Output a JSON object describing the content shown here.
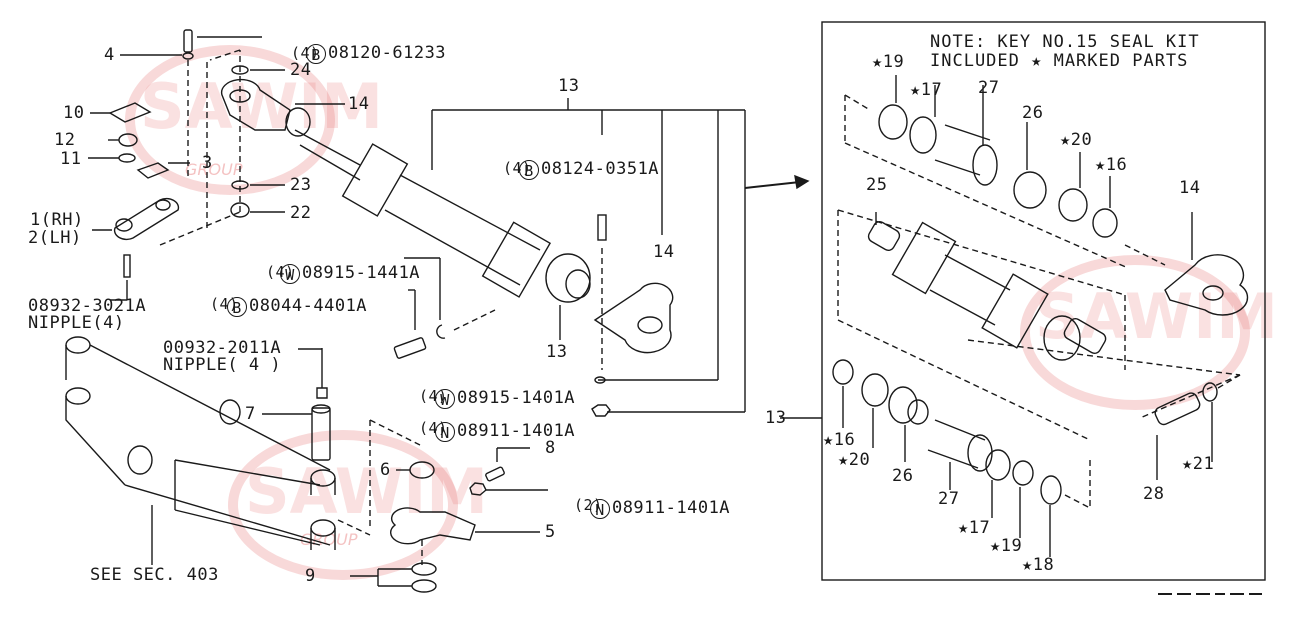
{
  "diagram": {
    "title": "Front axle / power steering cylinder parts diagram",
    "watermark": {
      "brand": "SAWIM",
      "sub": "GROUP",
      "color": "#e67878"
    },
    "inset_note": {
      "line1": "NOTE: KEY NO.15 SEAL KIT",
      "line2": "INCLUDED ★ MARKED PARTS"
    },
    "callouts_left": {
      "c4": "4",
      "c10": "10",
      "c12": "12",
      "c11": "11",
      "c3": "3",
      "c24": "24",
      "c14a": "14",
      "c23": "23",
      "c22": "22",
      "c1": "1(RH)",
      "c2": "2(LH)",
      "nipple1_code": "08932-3021A",
      "nipple1_name": "NIPPLE(4)",
      "nipple2_code": "00932-2011A",
      "nipple2_name": "NIPPLE( 4 )",
      "c7": "7",
      "c6": "6",
      "c9": "9",
      "c5": "5",
      "c8": "8",
      "see_sec": "SEE SEC. 403"
    },
    "hardware": [
      {
        "mark": "B",
        "code": "08120-61233",
        "qty": "(4)"
      },
      {
        "mark": "W",
        "code": "08915-1441A",
        "qty": "(4)"
      },
      {
        "mark": "B",
        "code": "08044-4401A",
        "qty": "(4)"
      },
      {
        "mark": "B",
        "code": "08124-0351A",
        "qty": "(4)"
      },
      {
        "mark": "W",
        "code": "08915-1401A",
        "qty": "(4)"
      },
      {
        "mark": "N",
        "code": "08911-1401A",
        "qty": "(4)"
      },
      {
        "mark": "N",
        "code": "08911-1401A",
        "qty": "(2)"
      }
    ],
    "callouts_mid": {
      "c13_top": "13",
      "c13_bottom": "13",
      "c14b": "14"
    },
    "callouts_inset": {
      "s19_top": "★19",
      "s17_top": "★17",
      "c27_top": "27",
      "c26_top": "26",
      "s20_top": "★20",
      "s16_top": "★16",
      "c25": "25",
      "c14": "14",
      "c13": "13",
      "s16_bot": "★16",
      "s20_bot": "★20",
      "c26_bot": "26",
      "c27_bot": "27",
      "s17_bot": "★17",
      "s19_bot": "★19",
      "s18": "★18",
      "c28": "28",
      "s21": "★21"
    }
  }
}
